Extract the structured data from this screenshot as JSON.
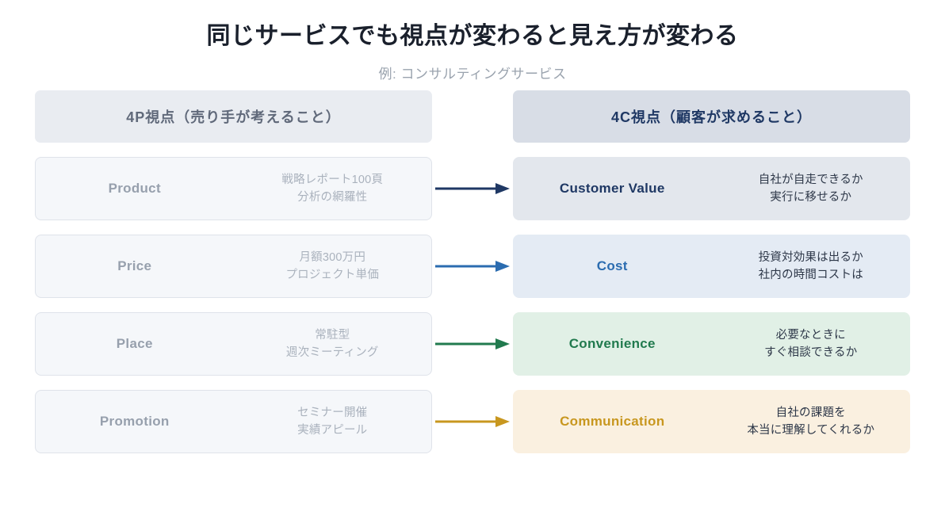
{
  "title": {
    "main": "同じサービスでも視点が変わると見え方が変わる",
    "sub": "例: コンサルティングサービス"
  },
  "headers": {
    "left": "4P視点（売り手が考えること）",
    "right": "4C視点（顧客が求めること）"
  },
  "rows": [
    {
      "left_label": "Product",
      "left_desc_line1": "戦略レポート100頁",
      "left_desc_line2": "分析の網羅性",
      "arrow_icon": "arrow-right-icon",
      "arrow_color": "#1f3864",
      "right_label": "Customer Value",
      "right_desc_line1": "自社が自走できるか",
      "right_desc_line2": "実行に移せるか",
      "right_bg": "#e3e7ed",
      "right_label_color": "#1f3864"
    },
    {
      "left_label": "Price",
      "left_desc_line1": "月額300万円",
      "left_desc_line2": "プロジェクト単価",
      "arrow_icon": "arrow-right-icon",
      "arrow_color": "#2b6cb0",
      "right_label": "Cost",
      "right_desc_line1": "投資対効果は出るか",
      "right_desc_line2": "社内の時間コストは",
      "right_bg": "#e4ebf4",
      "right_label_color": "#2b6cb0"
    },
    {
      "left_label": "Place",
      "left_desc_line1": "常駐型",
      "left_desc_line2": "週次ミーティング",
      "arrow_icon": "arrow-right-icon",
      "arrow_color": "#217a4e",
      "right_label": "Convenience",
      "right_desc_line1": "必要なときに",
      "right_desc_line2": "すぐ相談できるか",
      "right_bg": "#e1f0e6",
      "right_label_color": "#217a4e"
    },
    {
      "left_label": "Promotion",
      "left_desc_line1": "セミナー開催",
      "left_desc_line2": "実績アピール",
      "arrow_icon": "arrow-right-icon",
      "arrow_color": "#c8971f",
      "right_label": "Communication",
      "right_desc_line1": "自社の課題を",
      "right_desc_line2": "本当に理解してくれるか",
      "right_bg": "#faf0e0",
      "right_label_color": "#c8971f"
    }
  ],
  "colors": {
    "page_bg": "#ffffff",
    "title_text": "#1a202c",
    "subtitle_text": "#9aa3ae",
    "header_left_bg": "#e9ecf1",
    "header_left_text": "#60697a",
    "header_right_bg": "#d8dde6",
    "header_right_text": "#1f3864",
    "card_left_bg": "#f5f7fa",
    "card_left_border": "#dfe3ea",
    "card_left_label": "#97a0ad",
    "card_left_desc": "#aab2bd"
  }
}
